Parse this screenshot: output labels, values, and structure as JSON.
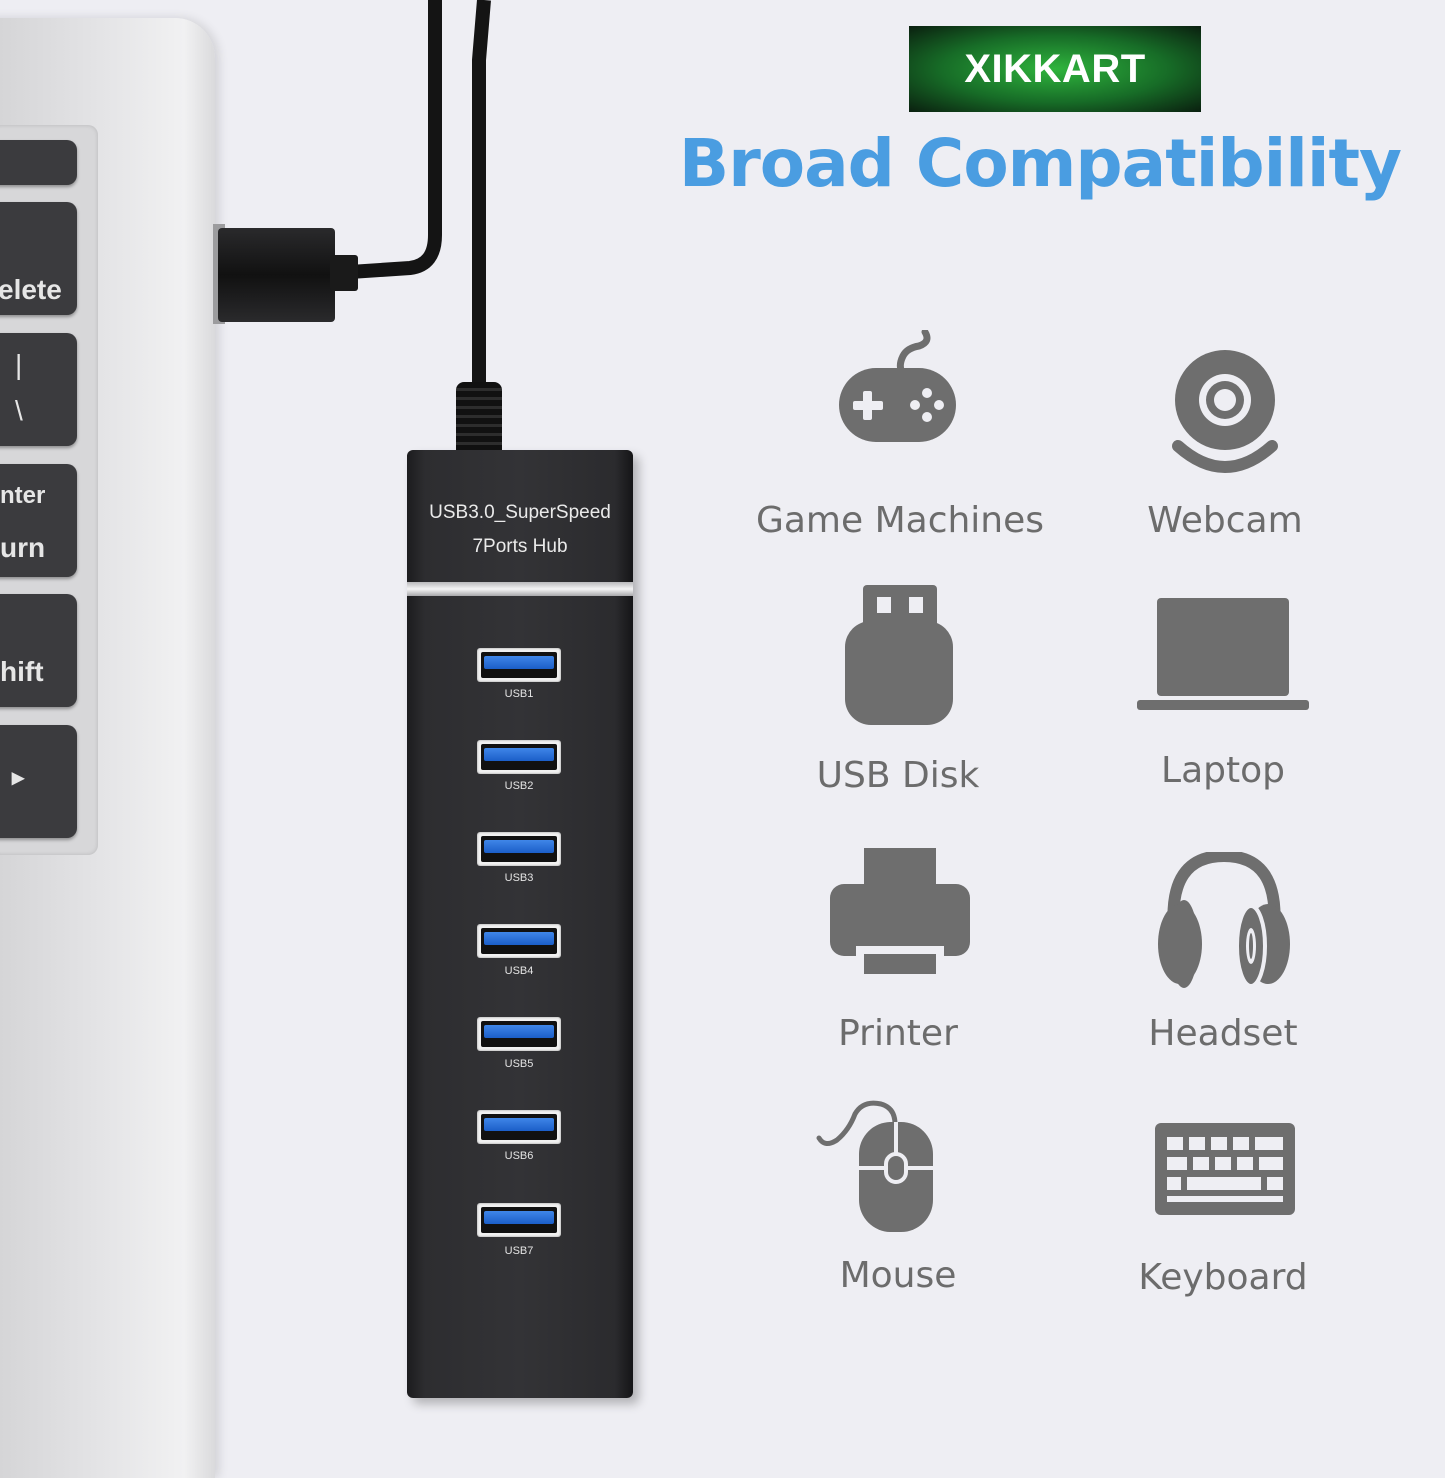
{
  "brand": {
    "name": "XIKKART"
  },
  "headline": "Broad Compatibility",
  "laptop_keys": {
    "delete": "elete",
    "pipe": "|",
    "backslash": "\\",
    "enter": "nter",
    "return": "urn",
    "shift": "hift",
    "arrow": "▸"
  },
  "hub": {
    "line1": "USB3.0_SuperSpeed",
    "line2": "7Ports Hub",
    "ports": [
      "USB1",
      "USB2",
      "USB3",
      "USB4",
      "USB5",
      "USB6",
      "USB7"
    ]
  },
  "devices": [
    {
      "label": "Game Machines",
      "icon": "gamepad-icon"
    },
    {
      "label": "Webcam",
      "icon": "webcam-icon"
    },
    {
      "label": "USB Disk",
      "icon": "usb-disk-icon"
    },
    {
      "label": "Laptop",
      "icon": "laptop-icon"
    },
    {
      "label": "Printer",
      "icon": "printer-icon"
    },
    {
      "label": "Headset",
      "icon": "headset-icon"
    },
    {
      "label": "Mouse",
      "icon": "mouse-icon"
    },
    {
      "label": "Keyboard",
      "icon": "keyboard-icon"
    }
  ],
  "colors": {
    "headline": "#4a9de1",
    "icon_gray": "#6e6e6e",
    "label_gray": "#6c6c6c",
    "brand_green": "#2fb43d",
    "port_blue": "#2f74dc"
  }
}
